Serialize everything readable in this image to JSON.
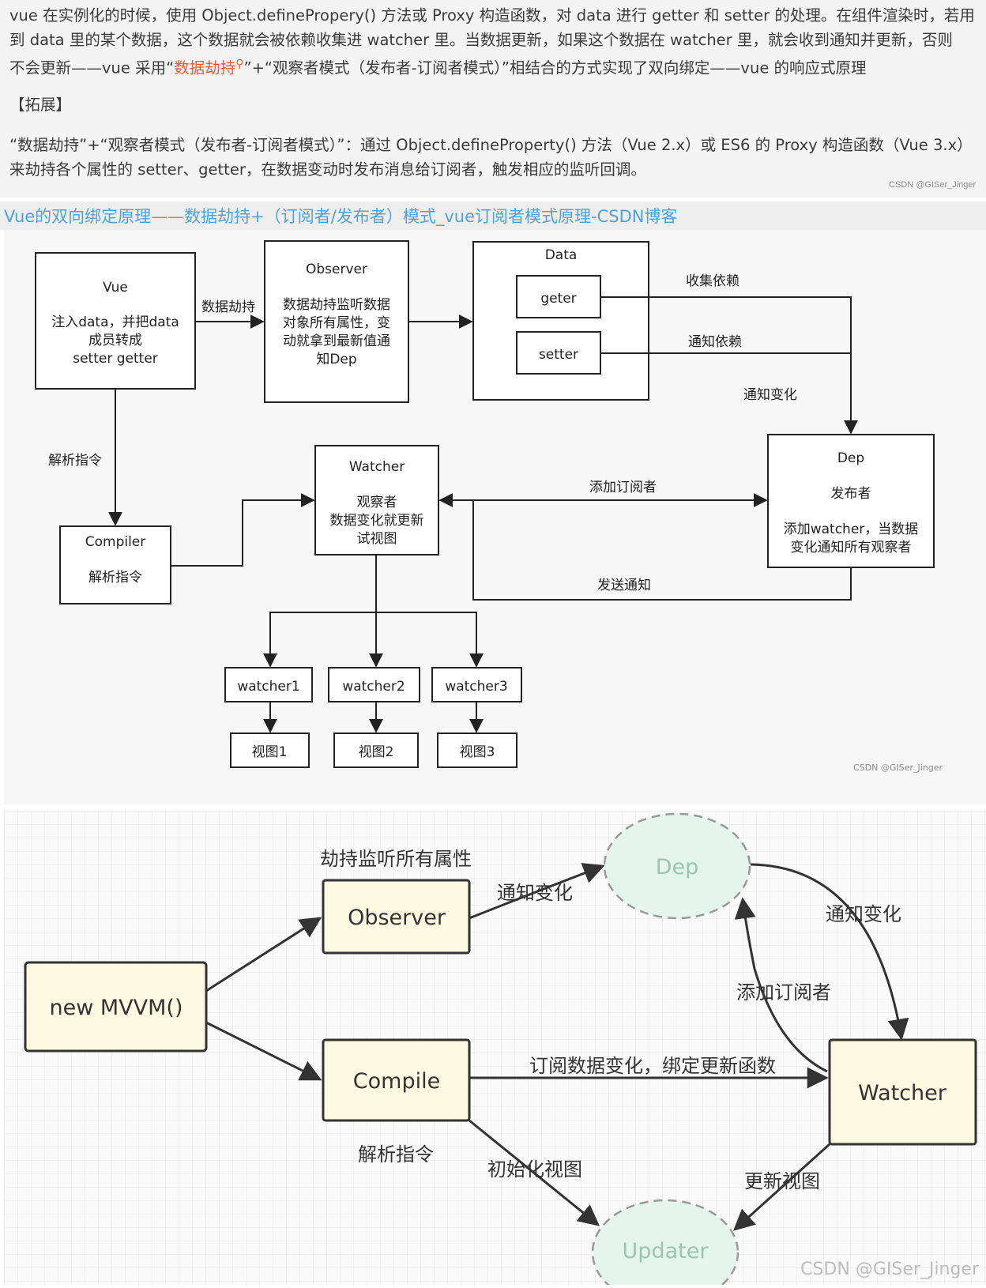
{
  "article": {
    "p1": {
      "line1": "vue 在实例化的时候，使用 Object.definePropery() 方法或 Proxy 构造函数，对 data 进行 getter 和 setter 的处理。在组件渲染时，若用",
      "line2": "到 data 里的某个数据，这个数据就会被依赖收集进 watcher 里。当数据更新，如果这个数据在 watcher 里，就会收到通知并更新，否则",
      "line3_pre": "不会更新——vue 采用“",
      "line3_link": "数据劫持",
      "line3_post": "”+“观察者模式（发布者-订阅者模式）”相结合的方式实现了双向绑定——vue 的响应式原理",
      "link_icon": "search-icon"
    },
    "heading": "【拓展】",
    "p2": {
      "line1": "“数据劫持”+“观察者模式（发布者-订阅者模式）”：通过 Object.defineProperty() 方法（Vue 2.x）或 ES6 的 Proxy 构造函数（Vue 3.x）",
      "line2": "来劫持各个属性的 setter、getter，在数据变动时发布消息给订阅者，触发相应的监听回调。"
    },
    "watermark1": "CSDN @GISer_Jinger"
  },
  "link_title": "Vue的双向绑定原理——数据劫持+（订阅者/发布者）模式_vue订阅者模式原理-CSDN博客",
  "diagram1": {
    "vue": {
      "title": "Vue",
      "l1": "注入data，并把data",
      "l2": "成员转成",
      "l3": "setter getter"
    },
    "observer": {
      "title": "Observer",
      "l1": "数据劫持监听数据",
      "l2": "对象所有属性，变",
      "l3": "动就拿到最新值通",
      "l4": "知Dep"
    },
    "data": {
      "title": "Data",
      "getter": "geter",
      "setter": "setter"
    },
    "dep": {
      "title": "Dep",
      "l1": "发布者",
      "l2": "添加watcher，当数据",
      "l3": "变化通知所有观察者"
    },
    "watcher": {
      "title": "Watcher",
      "l1": "观察者",
      "l2": "数据变化就更新",
      "l3": "试视图"
    },
    "compiler": {
      "title": "Compiler",
      "l1": "解析指令"
    },
    "labels": {
      "hijack": "数据劫持",
      "parse": "解析指令",
      "collect": "收集依赖",
      "notify_dep": "通知依赖",
      "notify_change": "通知变化",
      "add_sub": "添加订阅者",
      "send": "发送通知"
    },
    "watchers": [
      "watcher1",
      "watcher2",
      "watcher3"
    ],
    "views": [
      "视图1",
      "视图2",
      "视图3"
    ],
    "watermark": "CSDN @GISer_Jinger"
  },
  "diagram2": {
    "mvvm": "new MVVM()",
    "observer": "Observer",
    "compile": "Compile",
    "dep": "Dep",
    "watcher": "Watcher",
    "updater": "Updater",
    "labels": {
      "hijack_all": "劫持监听所有属性",
      "notify1": "通知变化",
      "notify2": "通知变化",
      "add_sub": "添加订阅者",
      "subscribe": "订阅数据变化，绑定更新函数",
      "parse": "解析指令",
      "init_view": "初始化视图",
      "update_view": "更新视图"
    },
    "watermark": "CSDN @GISer_Jinger"
  }
}
